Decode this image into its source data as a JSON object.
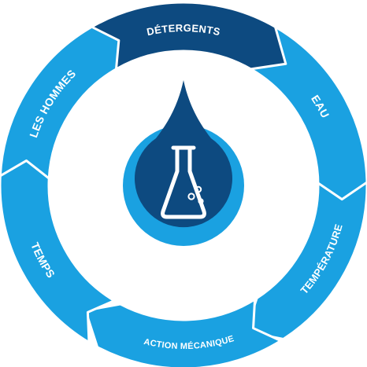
{
  "diagram": {
    "segments": [
      {
        "label": "DÉTERGENTS",
        "color": "#0d4a80"
      },
      {
        "label": "EAU",
        "color": "#1aa1e1"
      },
      {
        "label": "TEMPÉRATURE",
        "color": "#1aa1e1"
      },
      {
        "label": "ACTION MÉCANIQUE",
        "color": "#1aa1e1"
      },
      {
        "label": "TEMPS",
        "color": "#1aa1e1"
      },
      {
        "label": "LES HOMMES",
        "color": "#1aa1e1"
      }
    ],
    "center": {
      "icon": "flask-icon",
      "drop_color": "#0d4a80",
      "halo_color": "#1aa1e1"
    },
    "colors": {
      "ring_gap": "#ffffff"
    }
  }
}
